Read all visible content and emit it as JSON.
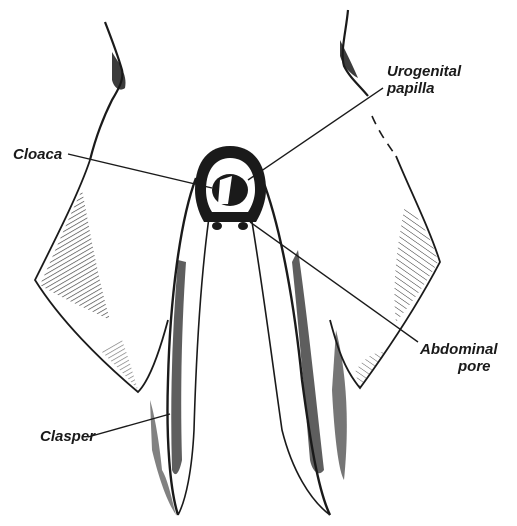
{
  "labels": {
    "urogenital_papilla": [
      "Urogenital",
      "papilla"
    ],
    "cloaca": "Cloaca",
    "abdominal_pore": [
      "Abdominal",
      "pore"
    ],
    "clasper": "Clasper"
  },
  "colors": {
    "ink": "#1a1a1a",
    "background": "#ffffff"
  }
}
